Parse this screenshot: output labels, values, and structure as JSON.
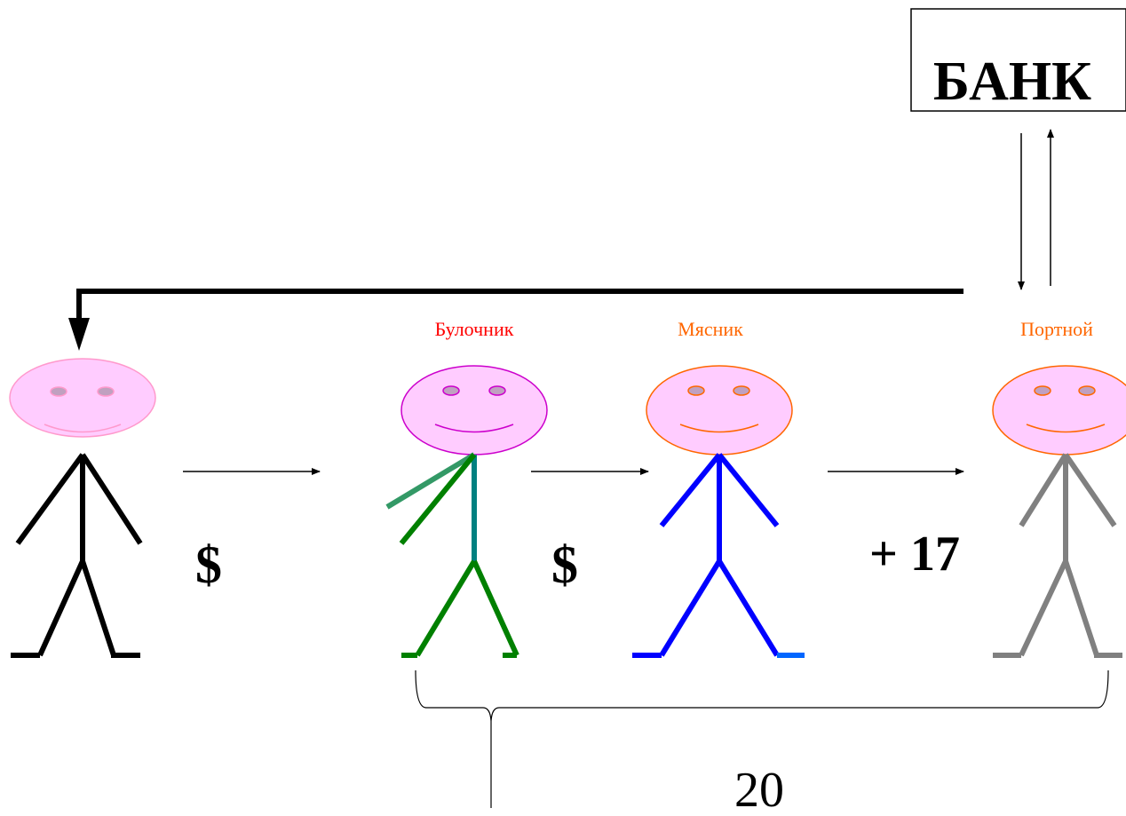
{
  "bank": {
    "label": "БАНК"
  },
  "people": {
    "baker": {
      "label": "Булочник",
      "label_color": "#ff0000"
    },
    "butcher": {
      "label": "Мясник",
      "label_color": "#ff6600"
    },
    "tailor": {
      "label": "Портной",
      "label_color": "#ff6600"
    }
  },
  "amounts": {
    "first": "$",
    "second": "$",
    "third": "+ 17"
  },
  "brace_value": "20",
  "colors": {
    "face_fill": "#ffccff",
    "face_pink_stroke": "#ff99cc",
    "face_magenta_stroke": "#cc00cc",
    "face_orange_stroke": "#ff6600",
    "eye_fill": "#c0a0c0",
    "stranger_body": "#000000",
    "baker_body": "#008000",
    "baker_torso": "#008080",
    "butcher_body": "#0000ff",
    "tailor_body": "#808080"
  }
}
